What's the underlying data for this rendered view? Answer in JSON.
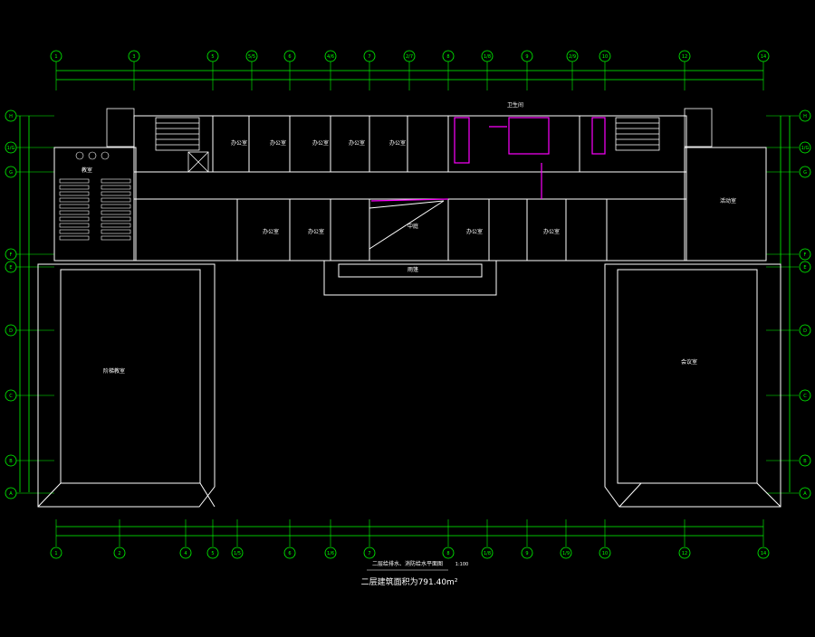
{
  "drawing": {
    "title": "二层给排水、消防给水平面图",
    "scale": "1:100",
    "area_note": "二层建筑面积为791.40m²",
    "colors": {
      "background": "#000000",
      "axis_green": "#00ff00",
      "wall": "#ffffff",
      "pipe_magenta": "#ff00ff",
      "label_white": "#ffffff"
    }
  },
  "axes": {
    "top": [
      "1",
      "3",
      "5",
      "5/5",
      "6",
      "4/6",
      "7",
      "2/7",
      "8",
      "1/8",
      "9",
      "2/9",
      "10",
      "12",
      "14"
    ],
    "bottom": [
      "1",
      "2",
      "4",
      "5",
      "1/5",
      "6",
      "1/6",
      "7",
      "8",
      "1/8",
      "9",
      "1/9",
      "10",
      "12",
      "14"
    ],
    "left": [
      "H",
      "1/G",
      "G",
      "F",
      "E",
      "D",
      "C",
      "B",
      "A"
    ],
    "right": [
      "H",
      "1/G",
      "G",
      "F",
      "E",
      "D",
      "C",
      "B",
      "A"
    ]
  },
  "rooms": {
    "left_block": "阶梯教室",
    "right_block": "会议室",
    "west_room": "教室",
    "foyer": "中庭",
    "entrance": "雨篷",
    "east_room": "活动室",
    "offices": [
      "办公室",
      "办公室",
      "办公室",
      "办公室",
      "办公室",
      "办公室",
      "办公室",
      "办公室",
      "办公室"
    ],
    "toilet": "卫生间"
  }
}
